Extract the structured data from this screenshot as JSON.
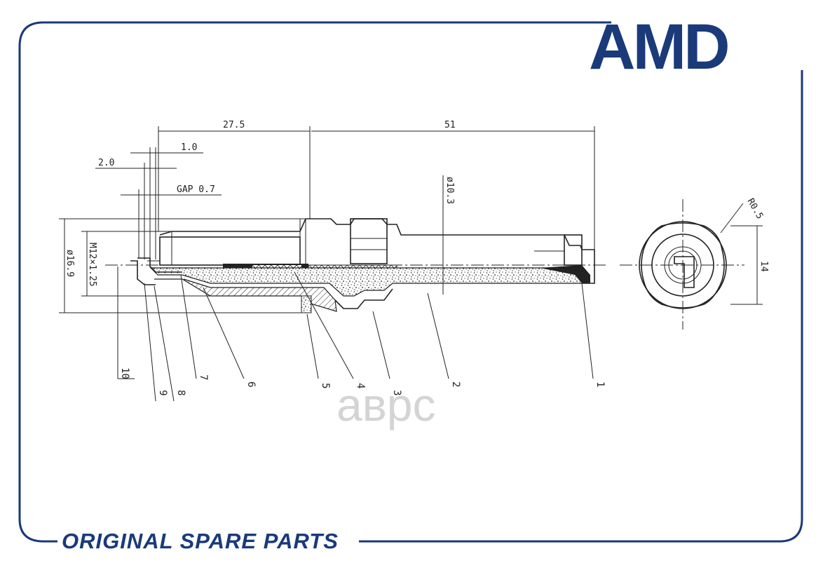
{
  "brand": {
    "logo_text": "AMD",
    "tagline": "ORIGINAL SPARE PARTS",
    "watermark": "аврс",
    "color": "#1a3a7a"
  },
  "dimensions": {
    "length_thread": "27.5",
    "length_total": "51",
    "gap_step": "1.0",
    "tip_offset": "2.0",
    "gap": "GAP 0.7",
    "shank_diameter": "ø10.3",
    "thread_spec": "M12×1.25",
    "body_diameter": "ø16.9",
    "hex_size": "14",
    "radius": "R0.5"
  },
  "parts": [
    "1",
    "2",
    "3",
    "4",
    "5",
    "6",
    "7",
    "8",
    "9",
    "10"
  ],
  "colors": {
    "frame": "#1a3a7a",
    "drawing": "#222222",
    "watermark": "#d4d4d4"
  }
}
